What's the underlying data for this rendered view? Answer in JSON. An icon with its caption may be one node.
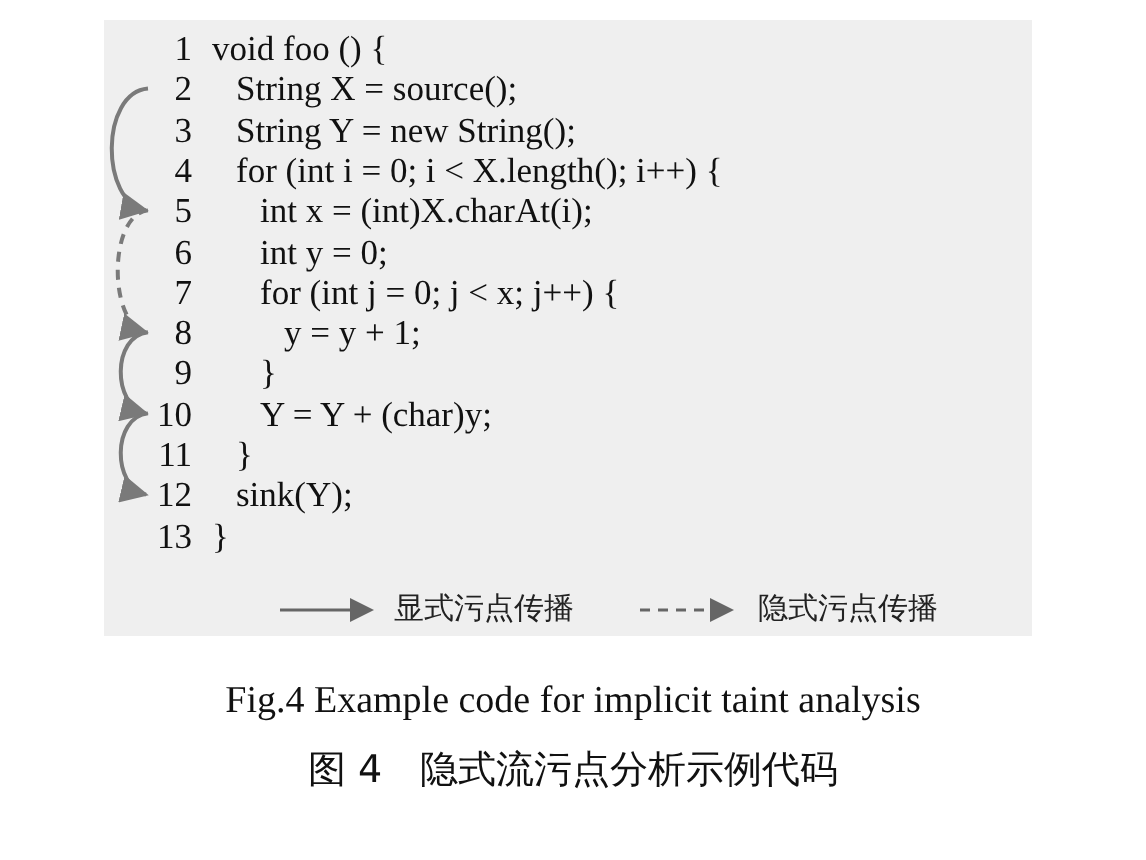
{
  "diagram": {
    "caption": "Fig.4 Example code for implicit taint analysis",
    "nodes": [
      {
        "text": [
          "1",
          "void foo () {"
        ]
      },
      {
        "text": [
          "2",
          "String X = source();"
        ]
      },
      {
        "text": [
          "3",
          "String Y = new String();"
        ]
      },
      {
        "text": [
          "4",
          "for (int i = 0; i < X.length(); i++) {"
        ]
      },
      {
        "text": [
          "5",
          "int x = (int)X.charAt(i);"
        ]
      },
      {
        "text": [
          "6",
          "int y = 0;"
        ]
      },
      {
        "text": [
          "7",
          "for (int j = 0; j < x; j++)  {"
        ]
      },
      {
        "text": [
          "8",
          "y = y + 1;"
        ]
      },
      {
        "text": [
          "9",
          "}"
        ]
      },
      {
        "text": [
          "10",
          "Y = Y + (char)y;"
        ]
      },
      {
        "text": [
          "11",
          "}"
        ]
      },
      {
        "text": [
          "12",
          "sink(Y);"
        ]
      },
      {
        "text": [
          "13",
          "}"
        ]
      }
    ],
    "edges": [
      {
        "from": 1,
        "to": 4,
        "arrow": "to"
      },
      {
        "from": 4,
        "to": 7,
        "arrow": "to",
        "style": "dashed"
      },
      {
        "from": 7,
        "to": 9,
        "arrow": "to"
      },
      {
        "from": 9,
        "to": 11,
        "arrow": "to"
      }
    ],
    "labels": [
      "图 4　隐式流污点分析示例代码"
    ],
    "legend": [
      {
        "text": "显式污点传播"
      },
      {
        "text": "隐式污点传播"
      }
    ]
  }
}
